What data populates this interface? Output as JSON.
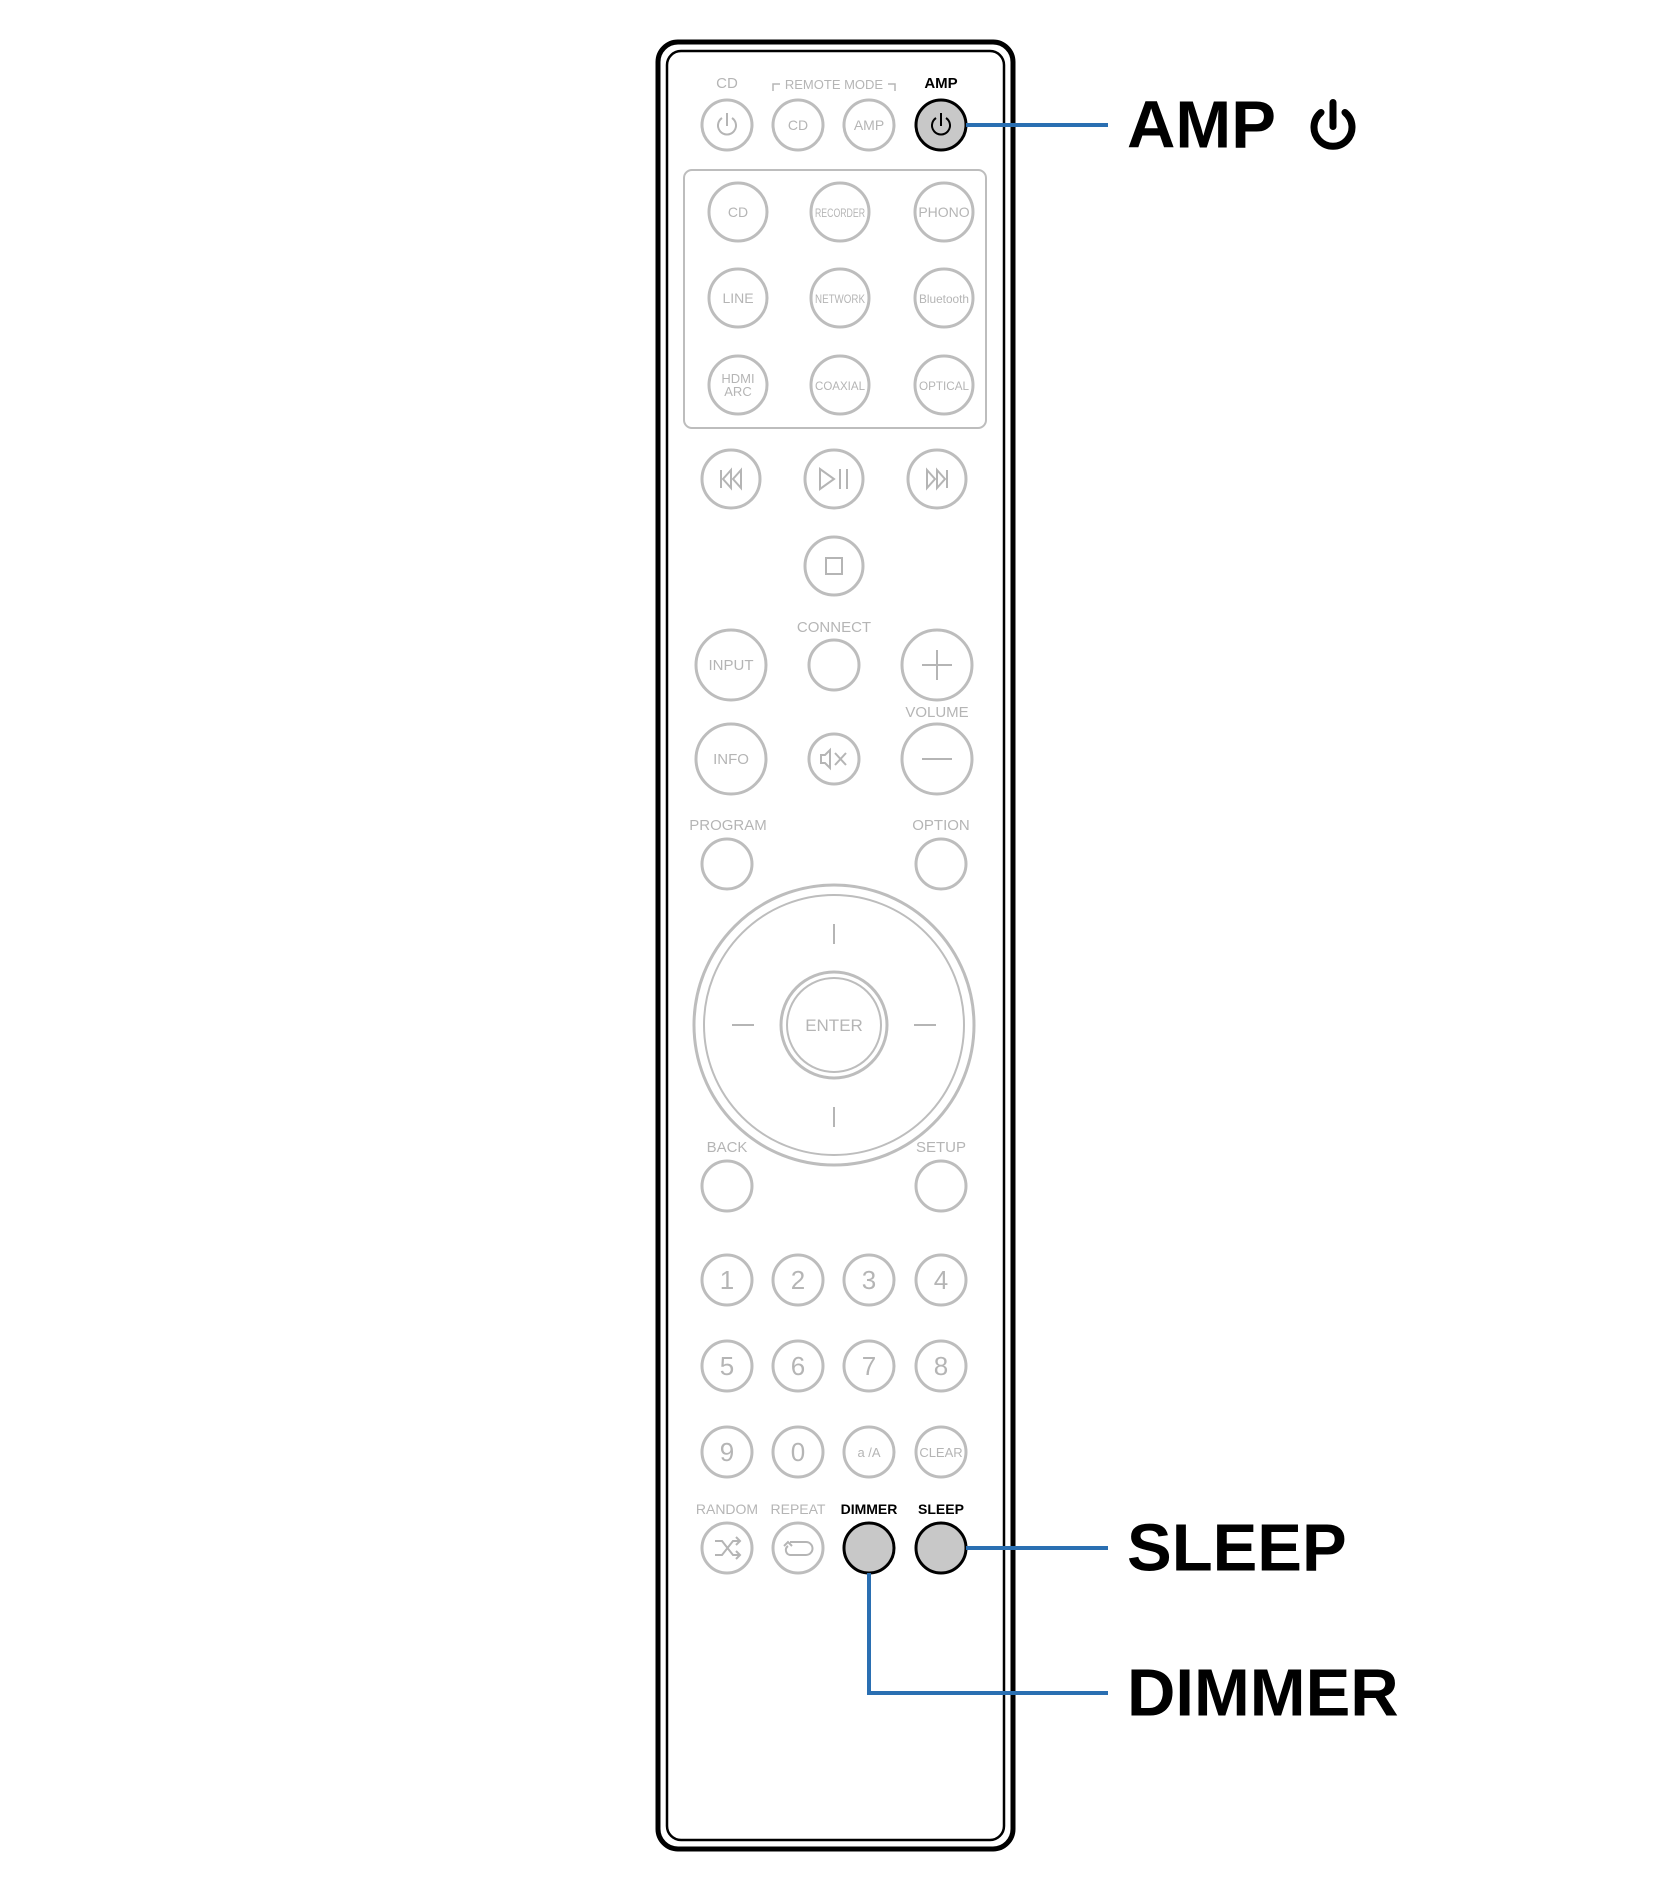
{
  "colors": {
    "outline": "#000000",
    "inactive": "#bdbdbd",
    "inactive_text": "#b5b5b5",
    "highlight_fill": "#c8c8c8",
    "highlight_text": "#000000",
    "callout_line": "#2a6fb2"
  },
  "remote": {
    "top_row": {
      "cd_label": "CD",
      "remote_mode_label": "REMOTE MODE",
      "amp_label": "AMP",
      "mode_cd": "CD",
      "mode_amp": "AMP"
    },
    "source_buttons": [
      "CD",
      "RECORDER",
      "PHONO",
      "LINE",
      "NETWORK",
      "Bluetooth",
      "HDMI ARC",
      "COAXIAL",
      "OPTICAL"
    ],
    "connect_label": "CONNECT",
    "input_label": "INPUT",
    "volume_label": "VOLUME",
    "info_label": "INFO",
    "program_label": "PROGRAM",
    "option_label": "OPTION",
    "enter_label": "ENTER",
    "back_label": "BACK",
    "setup_label": "SETUP",
    "number_keys": [
      "1",
      "2",
      "3",
      "4",
      "5",
      "6",
      "7",
      "8",
      "9",
      "0",
      "a /A",
      "CLEAR"
    ],
    "bottom_labels": {
      "random": "RANDOM",
      "repeat": "REPEAT",
      "dimmer": "DIMMER",
      "sleep": "SLEEP"
    }
  },
  "callouts": {
    "amp_power": "AMP",
    "sleep": "SLEEP",
    "dimmer": "DIMMER"
  },
  "icons": [
    "power-icon",
    "skip-back-icon",
    "play-pause-icon",
    "skip-forward-icon",
    "stop-icon",
    "plus-icon",
    "minus-icon",
    "mute-icon",
    "shuffle-icon",
    "repeat-icon"
  ]
}
